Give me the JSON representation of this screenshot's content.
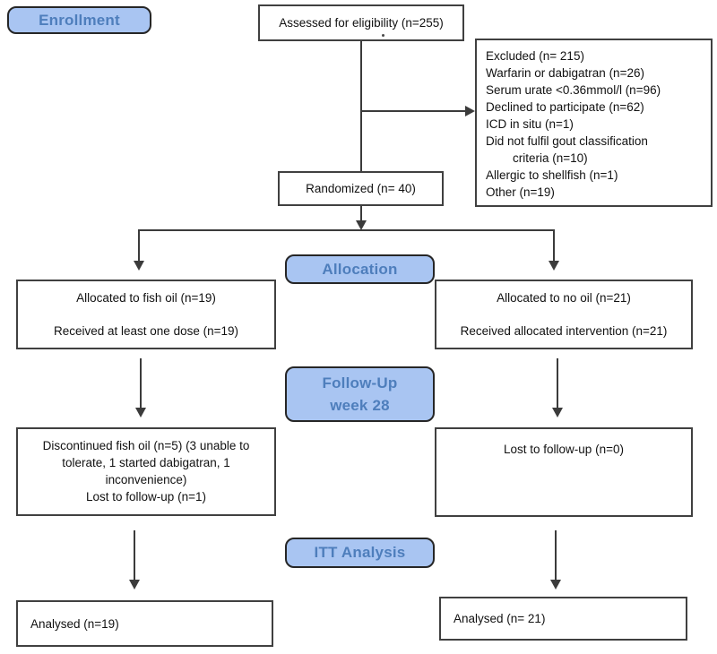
{
  "labels": {
    "enrollment": "Enrollment",
    "allocation": "Allocation",
    "followup": [
      "Follow-Up",
      "week 28"
    ],
    "itt": "ITT Analysis"
  },
  "boxes": {
    "assessed": "Assessed for eligibility (n=255)",
    "excluded": [
      "Excluded (n= 215)",
      "Warfarin or dabigatran (n=26)",
      "Serum urate <0.36mmol/l (n=96)",
      "Declined to participate (n=62)",
      "ICD in situ (n=1)",
      "Did not fulfil gout classification",
      "criteria (n=10)",
      "Allergic to shellfish (n=1)",
      "Other (n=19)"
    ],
    "randomized": "Randomized (n= 40)",
    "allocated_fish_oil": [
      "Allocated to fish oil (n=19)",
      "Received at least one dose (n=19)"
    ],
    "allocated_no_oil": [
      "Allocated to no oil (n=21)",
      "Received allocated intervention (n=21)"
    ],
    "discontinued_fish_oil": [
      "Discontinued fish oil (n=5) (3 unable to",
      "tolerate, 1 started dabigatran, 1",
      "inconvenience)",
      "Lost to follow-up (n=1)"
    ],
    "lost_no_oil": "Lost to follow-up (n=0)",
    "analysed_fish_oil": "Analysed (n=19)",
    "analysed_no_oil": "Analysed (n= 21)"
  },
  "colors": {
    "stage_fill": "#a9c5f2",
    "stage_text": "#4e7ebc",
    "box_border": "#404040",
    "arrow": "#3b3b3b"
  }
}
